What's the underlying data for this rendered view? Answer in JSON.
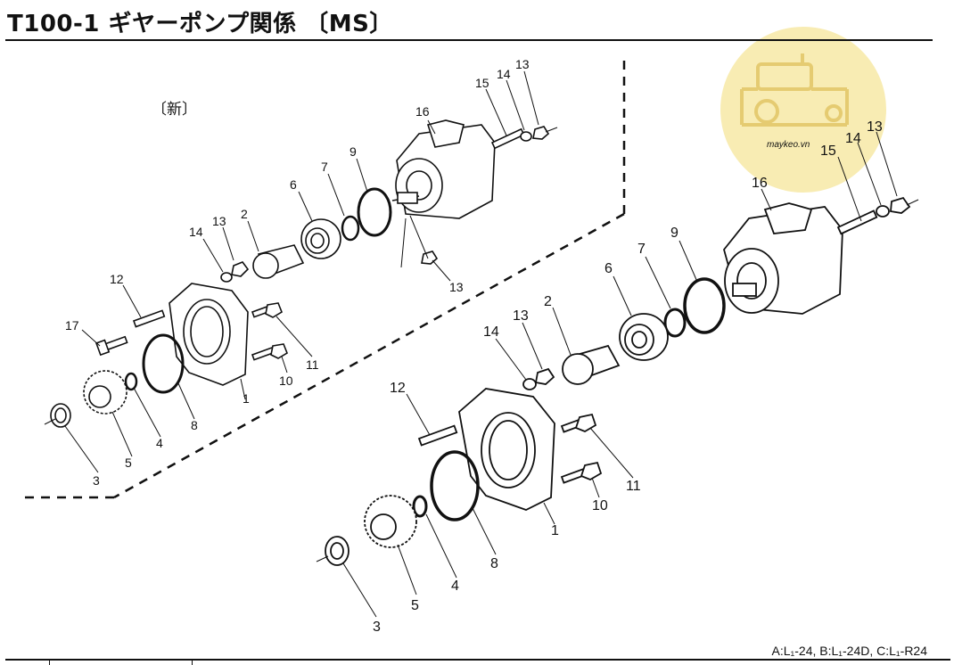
{
  "title": "T100-1 ギヤーポンプ関係 〔MS〕",
  "new_label": "〔新〕",
  "footer_models": "A:L₁-24, B:L₁-24D, C:L₁-R24",
  "watermark": {
    "text": "maykeo.vn",
    "color": "#f7e9a6",
    "icon": "tractor-icon"
  },
  "top_assembly": {
    "callouts": [
      "16",
      "15",
      "14",
      "13",
      "9",
      "7",
      "6",
      "2",
      "13",
      "14",
      "12",
      "17",
      "11",
      "10",
      "1",
      "8",
      "4",
      "5",
      "3",
      "13"
    ]
  },
  "bottom_assembly": {
    "callouts": [
      "13",
      "14",
      "15",
      "16",
      "9",
      "7",
      "6",
      "2",
      "13",
      "14",
      "12",
      "11",
      "10",
      "1",
      "8",
      "4",
      "5",
      "3"
    ]
  }
}
